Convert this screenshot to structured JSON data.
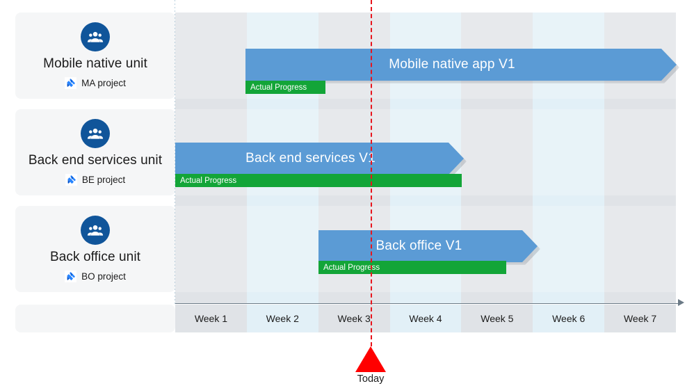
{
  "chart_data": {
    "type": "bar",
    "title": "",
    "xlabel": "",
    "ylabel": "",
    "grid": true,
    "legend": "none",
    "x_tick_labels": [
      "Week 1",
      "Week 2",
      "Week 3",
      "Week 4",
      "Week 5",
      "Week 6",
      "Week 7"
    ],
    "x_range_weeks": [
      1,
      7
    ],
    "today_marker_week": 3.72,
    "series": [
      {
        "name": "Mobile native app V1",
        "row": "Mobile native unit",
        "start_week": 2.0,
        "end_week": 7.95,
        "progress_start_week": 2.0,
        "progress_end_week": 3.1,
        "bar_color": "#5B9BD5",
        "progress_color": "#13A538"
      },
      {
        "name": "Back end services V1",
        "row": "Back end services unit",
        "start_week": 1.0,
        "end_week": 5.05,
        "progress_start_week": 1.05,
        "progress_end_week": 5.0,
        "bar_color": "#5B9BD5",
        "progress_color": "#13A538"
      },
      {
        "name": "Back office V1",
        "row": "Back office unit",
        "start_week": 3.0,
        "end_week": 6.0,
        "progress_start_week": 3.05,
        "progress_end_week": 5.6,
        "bar_color": "#5B9BD5",
        "progress_color": "#13A538"
      }
    ]
  },
  "colors": {
    "bar_blue": "#5B9BD5",
    "progress_green": "#13A538",
    "today_red": "#ff0000",
    "today_dash": "#e8141c",
    "team_icon_blue": "#10559A",
    "card_bg": "#f5f6f7",
    "band_gray": "#e0e3e7",
    "band_blue": "#e2f0f7",
    "axis_gray": "#6b7a86"
  },
  "units": [
    {
      "icon": "team-group-icon",
      "name": "Mobile native unit",
      "project_icon": "jira-icon",
      "project": "MA project"
    },
    {
      "icon": "team-group-icon",
      "name": "Back end services unit",
      "project_icon": "jira-icon",
      "project": "BE project"
    },
    {
      "icon": "team-group-icon",
      "name": "Back office unit",
      "project_icon": "jira-icon",
      "project": "BO project"
    }
  ],
  "timeline": {
    "weeks": [
      "Week 1",
      "Week 2",
      "Week 3",
      "Week 4",
      "Week 5",
      "Week 6",
      "Week 7"
    ]
  },
  "bars": [
    {
      "title": "Mobile native app V1",
      "progress_label": "Actual Progress"
    },
    {
      "title": "Back end services V1",
      "progress_label": "Actual Progress"
    },
    {
      "title": "Back office V1",
      "progress_label": "Actual Progress"
    }
  ],
  "today": {
    "label": "Today",
    "marker": "triangle-up-icon"
  }
}
